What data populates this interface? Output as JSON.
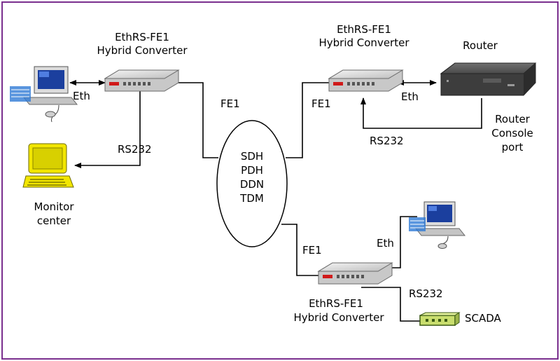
{
  "border_color": "#7a2f8e",
  "network": {
    "lines": [
      "SDH",
      "PDH",
      "DDN",
      "TDM"
    ]
  },
  "converters": {
    "top_left": {
      "name": "EthRS-FE1",
      "type": "Hybrid Converter"
    },
    "top_right": {
      "name": "EthRS-FE1",
      "type": "Hybrid Converter"
    },
    "bottom": {
      "name": "EthRS-FE1",
      "type": "Hybrid Converter"
    }
  },
  "links": {
    "eth_left": "Eth",
    "eth_right": "Eth",
    "eth_bottom": "Eth",
    "fe1_left": "FE1",
    "fe1_right": "FE1",
    "fe1_bottom": "FE1",
    "rs232_left": "RS232",
    "rs232_right": "RS232",
    "rs232_bottom": "RS232"
  },
  "devices": {
    "router": "Router",
    "router_console": [
      "Router",
      "Console",
      "port"
    ],
    "monitor_center": [
      "Monitor",
      "center"
    ],
    "scada": "SCADA"
  },
  "icons": [
    "workstation-icon",
    "laptop-icon",
    "router-icon",
    "converter-icon",
    "scada-device-icon"
  ]
}
